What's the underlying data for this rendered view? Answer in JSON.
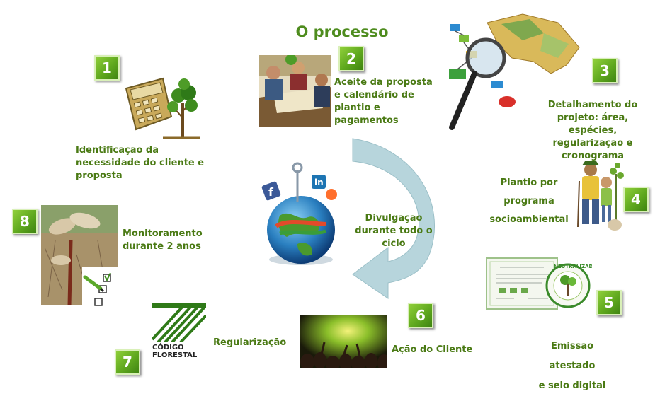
{
  "title": "O processo",
  "steps": [
    {
      "number": "1",
      "lines": [
        "Identificação da",
        "necessidade do cliente e",
        "proposta"
      ]
    },
    {
      "number": "2",
      "lines": [
        "Aceite da proposta",
        "e calendário de",
        "plantio e",
        "pagamentos"
      ]
    },
    {
      "number": "3",
      "lines": [
        "Detalhamento do",
        "projeto: área, espécies,",
        "regularização e",
        "cronograma"
      ]
    },
    {
      "number": "4",
      "lines": [
        "Plantio por",
        "programa",
        "socioambiental"
      ]
    },
    {
      "number": "5",
      "lines": [
        "Emissão atestado",
        "e selo digital"
      ]
    },
    {
      "number": "6",
      "lines": [
        "Ação do Cliente"
      ]
    },
    {
      "number": "7",
      "lines": [
        "Regularização"
      ]
    },
    {
      "number": "8",
      "lines": [
        "Monitoramento",
        "durante 2 anos"
      ]
    }
  ],
  "center": {
    "lines": [
      "Divulgação",
      "durante todo o",
      "ciclo"
    ]
  },
  "codigo_florestal": {
    "line1": "CÓDIGO",
    "line2": "FLORESTAL"
  },
  "badge": {
    "text": "NEUTRALIZADO POR"
  },
  "colors": {
    "title": "#4e8c1e",
    "label": "#4a7a14",
    "box": "#5fa81e",
    "arrow": "#b7d5dc"
  },
  "icons": [
    "calculator-tree-icon",
    "meeting-photo",
    "map-magnifier-icon",
    "planters-illustration",
    "certificate-image",
    "concert-photo",
    "codigo-florestal-logo",
    "seedling-checklist-photo",
    "social-media-globe-icon",
    "cycle-arrow"
  ]
}
